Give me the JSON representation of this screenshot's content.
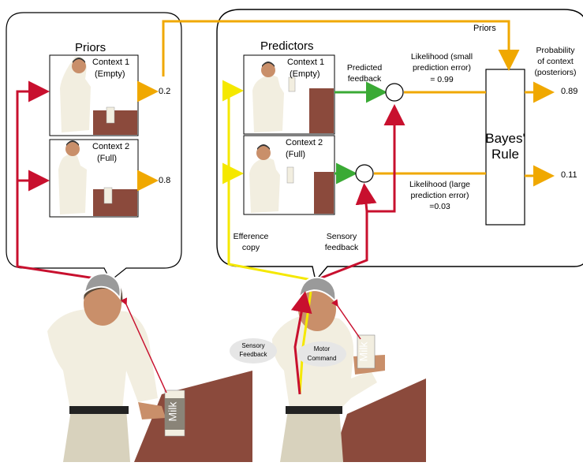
{
  "left_panel": {
    "title": "Priors",
    "context1": {
      "label_line1": "Context 1",
      "label_line2": "(Empty)",
      "prior": "0.2"
    },
    "context2": {
      "label_line1": "Context 2",
      "label_line2": "(Full)",
      "prior": "0.8"
    }
  },
  "right_panel": {
    "title": "Predictors",
    "priors_arrow_label": "Priors",
    "context1": {
      "label_line1": "Context 1",
      "label_line2": "(Empty)"
    },
    "context2": {
      "label_line1": "Context 2",
      "label_line2": "(Full)"
    },
    "predicted_feedback": {
      "line1": "Predicted",
      "line2": "feedback"
    },
    "likelihood_small": {
      "line1": "Likelihood (small",
      "line2": "prediction error)",
      "line3": "=  0.99"
    },
    "likelihood_large": {
      "line1": "Likelihood (large",
      "line2": "prediction error)",
      "line3": "=0.03"
    },
    "bayes": {
      "line1": "Bayes'",
      "line2": "Rule"
    },
    "posterior_header": {
      "line1": "Probability",
      "line2": "of context",
      "line3": "(posteriors)"
    },
    "posterior1": "0.89",
    "posterior2": "0.11",
    "efference": {
      "line1": "Efference",
      "line2": "copy"
    },
    "sensory": {
      "line1": "Sensory",
      "line2": "feedback"
    }
  },
  "bottom": {
    "milk_label": "Milk",
    "sensory_bubble": {
      "line1": "Sensory",
      "line2": "Feedback"
    },
    "motor_bubble": {
      "line1": "Motor",
      "line2": "Command"
    }
  },
  "colors": {
    "red_path": "#c8102e",
    "orange_path": "#f0a800",
    "yellow_path": "#f5e800",
    "green_path": "#3aaa35",
    "table": "#8b4a3c",
    "skin": "#c98f6a",
    "shirt": "#f2eee0",
    "pants": "#d8d2bd"
  }
}
